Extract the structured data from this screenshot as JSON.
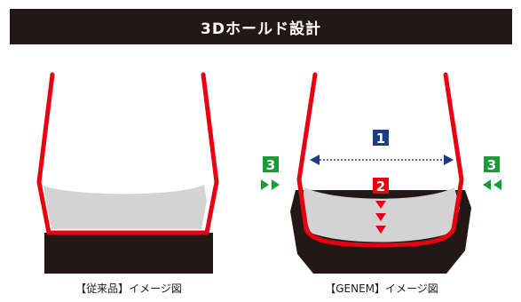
{
  "header": {
    "title": "3Dホールド設計"
  },
  "captions": {
    "left": "【従来品】イメージ図",
    "right": "【GENEM】イメージ図"
  },
  "badges": {
    "one": "1",
    "two": "2",
    "three": "3"
  },
  "colors": {
    "header_bg": "#231815",
    "red": "#e60012",
    "navy": "#1d3b8c",
    "green": "#1a9b3a",
    "gray_fill": "#d3d3d3",
    "black_fill": "#231815"
  },
  "icons": {
    "arrow_right": "triangle-right",
    "arrow_left": "triangle-left",
    "arrow_down": "triangle-down"
  }
}
